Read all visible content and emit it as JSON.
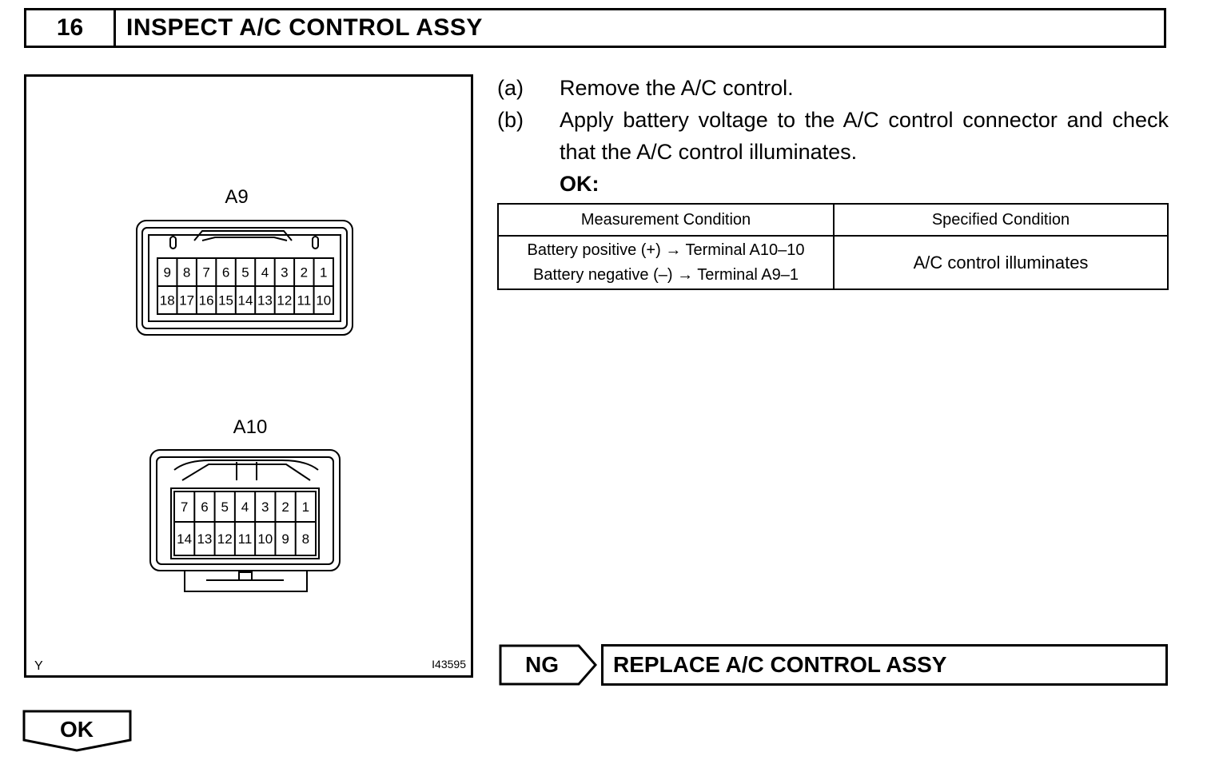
{
  "header": {
    "step_number": "16",
    "title": "INSPECT A/C CONTROL ASSY"
  },
  "figure": {
    "connector_a9": {
      "label": "A9",
      "top_row": [
        "9",
        "8",
        "7",
        "6",
        "5",
        "4",
        "3",
        "2",
        "1"
      ],
      "bottom_row": [
        "18",
        "17",
        "16",
        "15",
        "14",
        "13",
        "12",
        "11",
        "10"
      ]
    },
    "connector_a10": {
      "label": "A10",
      "top_row": [
        "7",
        "6",
        "5",
        "4",
        "3",
        "2",
        "1"
      ],
      "bottom_row": [
        "14",
        "13",
        "12",
        "11",
        "10",
        "9",
        "8"
      ]
    },
    "corner_code": "Y",
    "figure_id": "I43595"
  },
  "steps": [
    {
      "letter": "(a)",
      "text": "Remove the A/C control."
    },
    {
      "letter": "(b)",
      "text": "Apply battery voltage to the A/C control connector and check that the A/C control illuminates."
    }
  ],
  "ok_label": "OK:",
  "table": {
    "headers": [
      "Measurement Condition",
      "Specified Condition"
    ],
    "rows": [
      {
        "condition_line1": "Battery positive (+) → Terminal A10–10",
        "condition_line2": "Battery negative (–) → Terminal A9–1",
        "result": "A/C control illuminates"
      }
    ]
  },
  "ng": {
    "label": "NG",
    "action": "REPLACE A/C CONTROL ASSY"
  },
  "ok": {
    "label": "OK"
  }
}
